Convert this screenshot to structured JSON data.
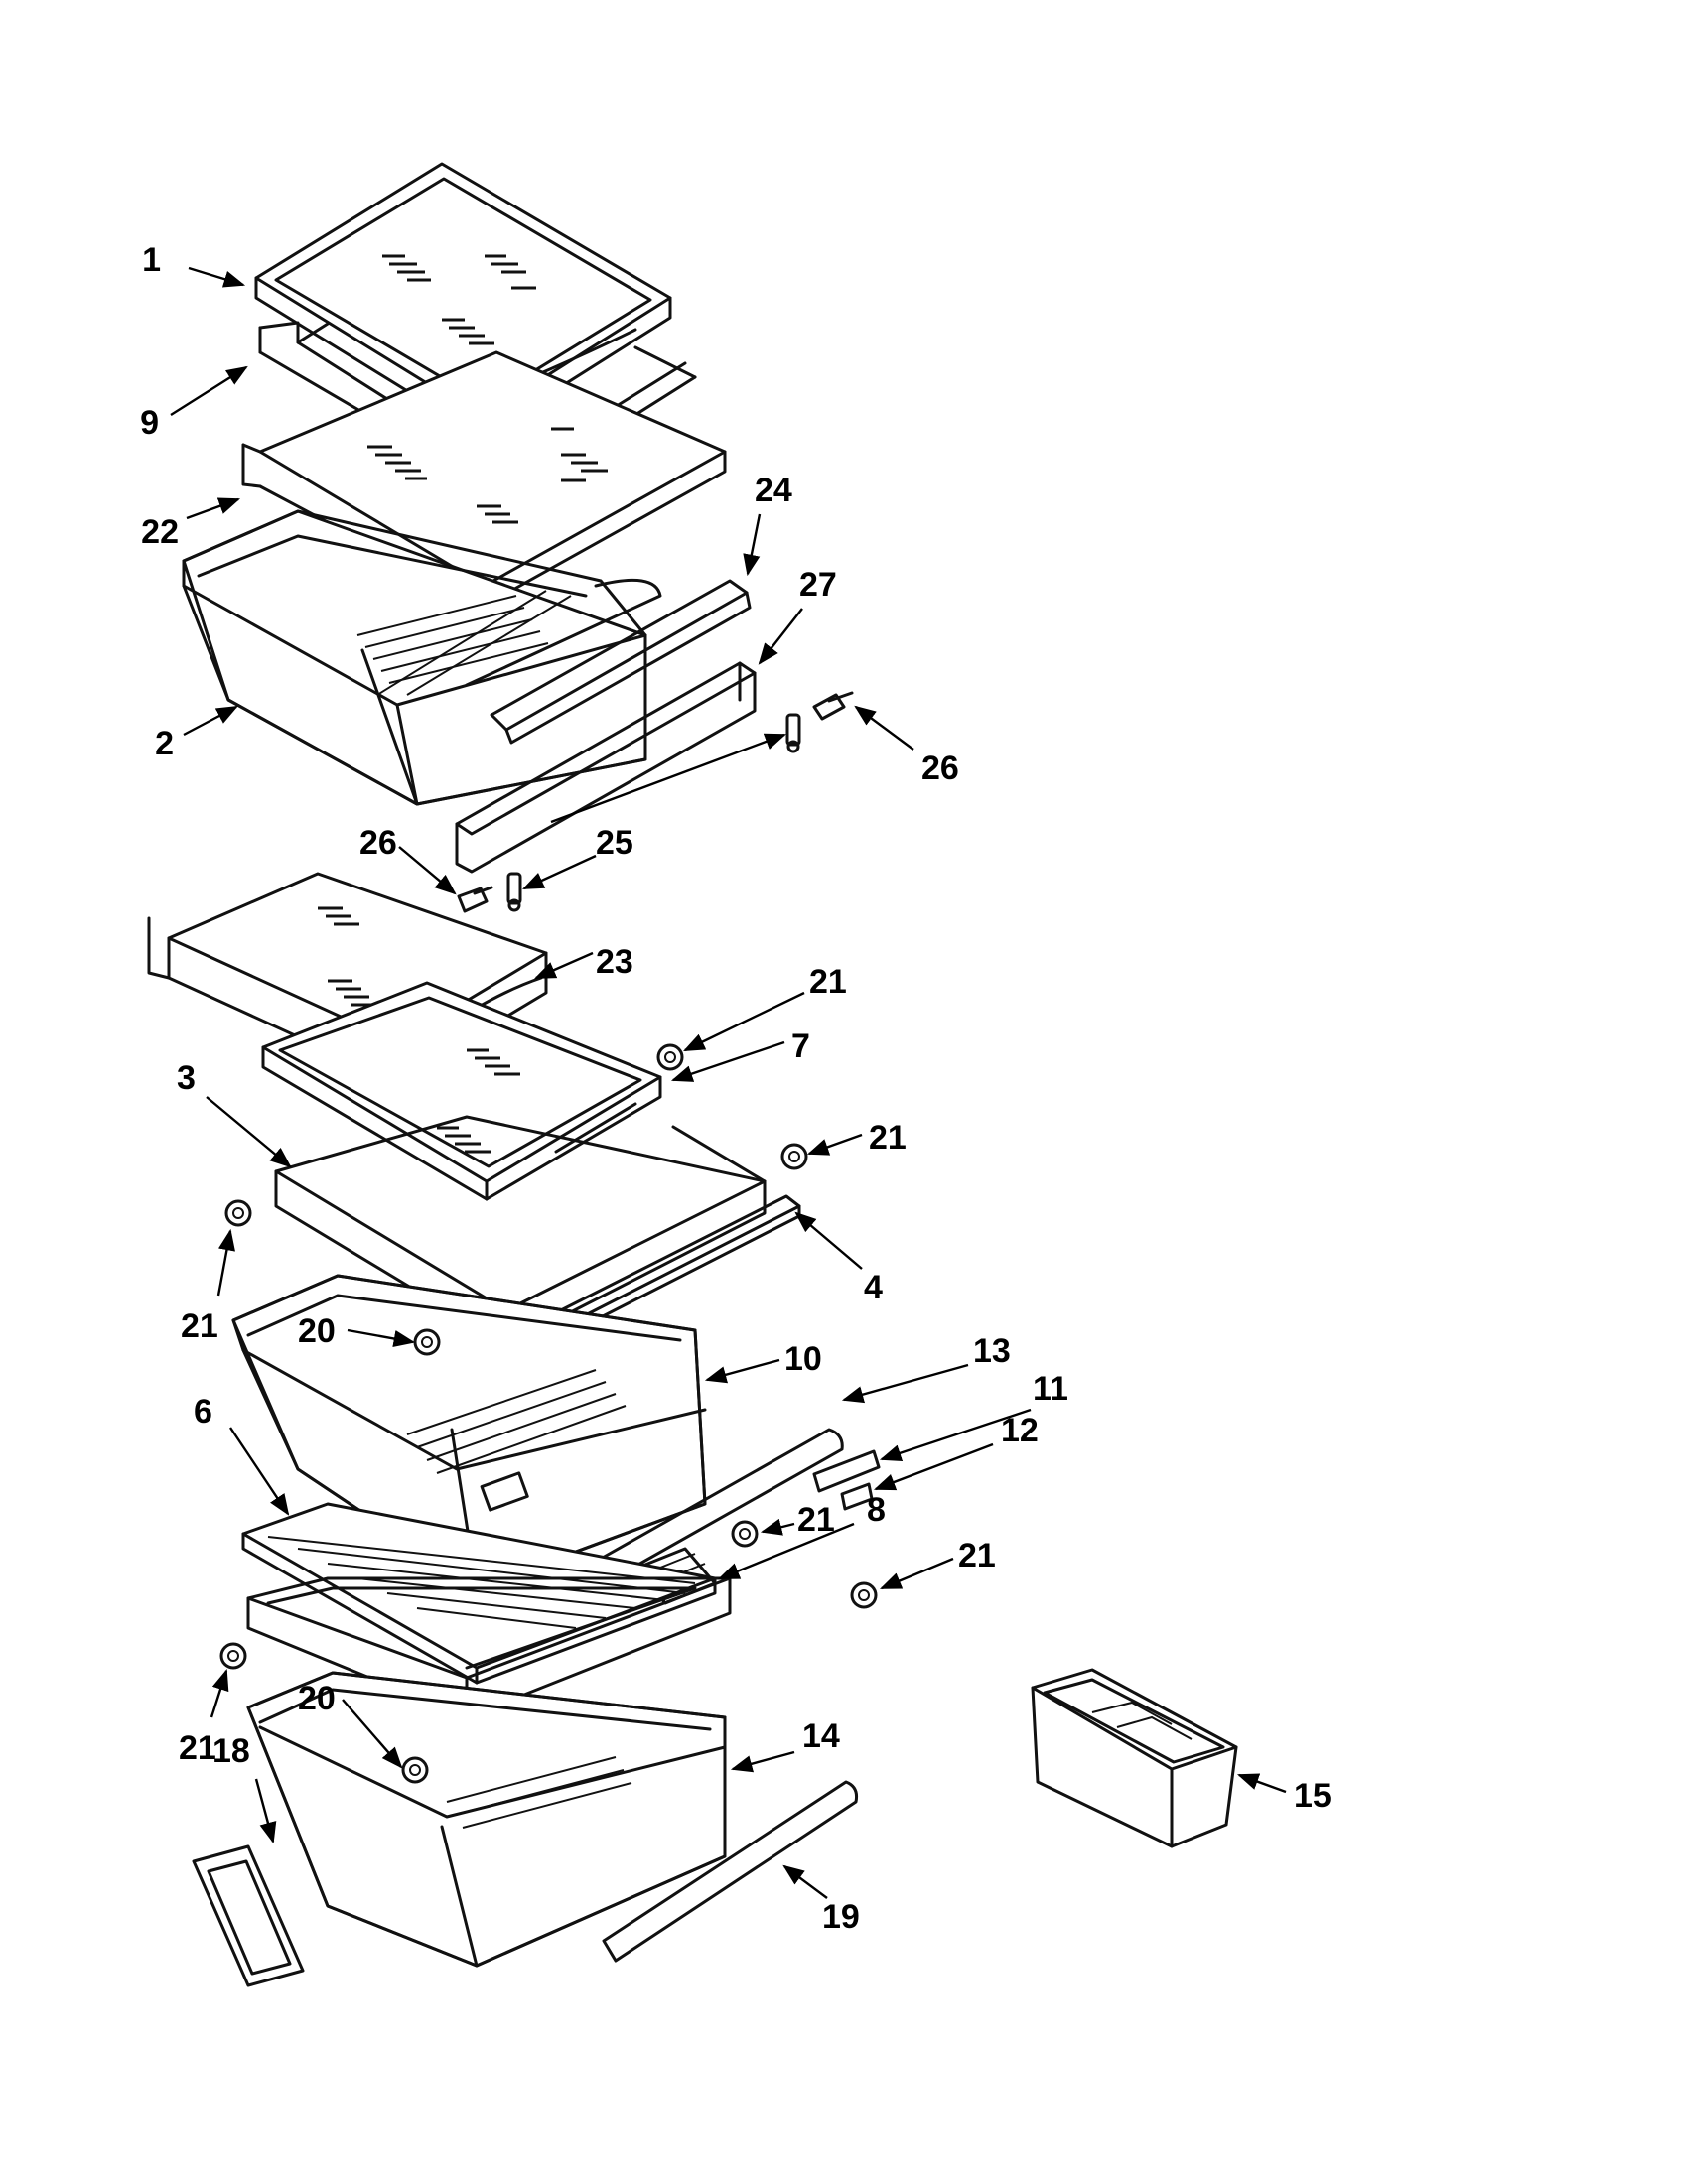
{
  "callouts": [
    {
      "id": "c1",
      "label": "1"
    },
    {
      "id": "c9",
      "label": "9"
    },
    {
      "id": "c22",
      "label": "22"
    },
    {
      "id": "c24",
      "label": "24"
    },
    {
      "id": "c27",
      "label": "27"
    },
    {
      "id": "c26a",
      "label": "26"
    },
    {
      "id": "c2",
      "label": "2"
    },
    {
      "id": "c25",
      "label": "25"
    },
    {
      "id": "c26b",
      "label": "26"
    },
    {
      "id": "c23",
      "label": "23"
    },
    {
      "id": "c21a",
      "label": "21"
    },
    {
      "id": "c7",
      "label": "7"
    },
    {
      "id": "c3",
      "label": "3"
    },
    {
      "id": "c21b",
      "label": "21"
    },
    {
      "id": "c21c",
      "label": "21"
    },
    {
      "id": "c4",
      "label": "4"
    },
    {
      "id": "c20a",
      "label": "20"
    },
    {
      "id": "c10",
      "label": "10"
    },
    {
      "id": "c13",
      "label": "13"
    },
    {
      "id": "c6",
      "label": "6"
    },
    {
      "id": "c11",
      "label": "11"
    },
    {
      "id": "c12",
      "label": "12"
    },
    {
      "id": "c8",
      "label": "8"
    },
    {
      "id": "c21d",
      "label": "21"
    },
    {
      "id": "c21e",
      "label": "21"
    },
    {
      "id": "c21f",
      "label": "21"
    },
    {
      "id": "c20b",
      "label": "20"
    },
    {
      "id": "c14",
      "label": "14"
    },
    {
      "id": "c15",
      "label": "15"
    },
    {
      "id": "c18",
      "label": "18"
    },
    {
      "id": "c19",
      "label": "19"
    }
  ]
}
